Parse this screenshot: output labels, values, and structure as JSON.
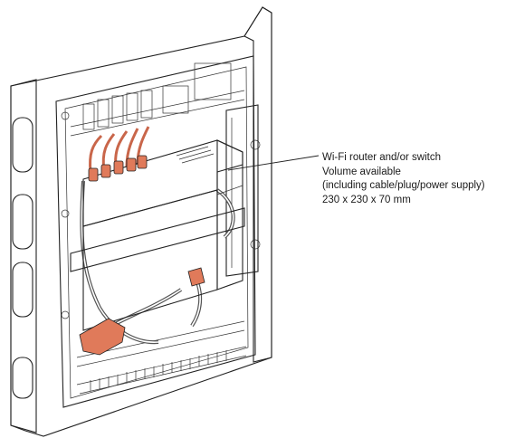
{
  "callout": {
    "line1": "Wi-Fi router and/or switch",
    "line2": "Volume available",
    "line3": "(including cable/plug/power supply)",
    "line4": "230 x 230 x 70 mm"
  },
  "colors": {
    "router_volume": "#f2c4b0",
    "plug": "#e07a5a",
    "enclosure": "#ffffff",
    "cable": "#555555"
  }
}
